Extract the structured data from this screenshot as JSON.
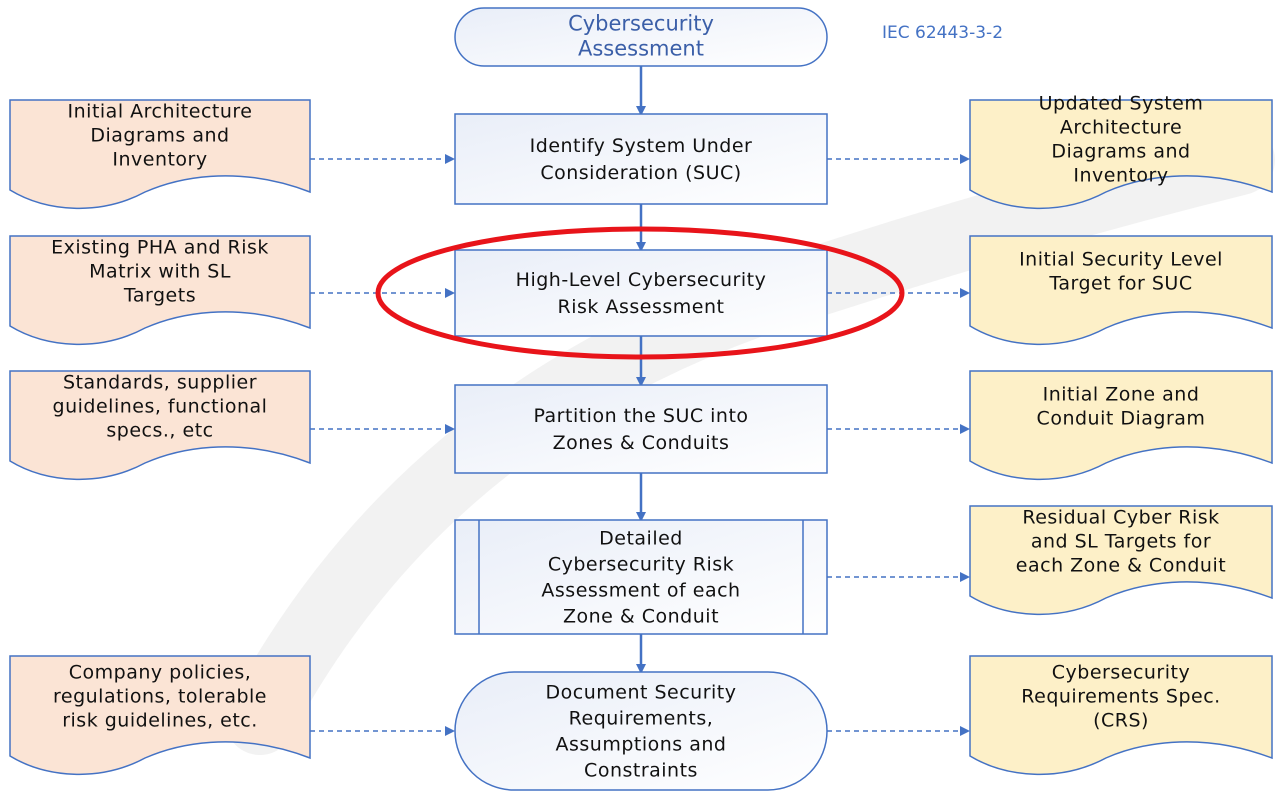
{
  "title": "Cybersecurity Assessment",
  "title_lines": [
    "Cybersecurity",
    "Assessment"
  ],
  "standard_label": "IEC 62443-3-2",
  "colors": {
    "stroke": "#4472c4",
    "input_fill": "#fbe4d5",
    "output_fill": "#fdf0c8",
    "process_fill": "#f2f5fb",
    "highlight": "#e8141a"
  },
  "process_steps": [
    {
      "id": "identify-suc",
      "lines": [
        "Identify System Under",
        "Consideration (SUC)"
      ],
      "shape": "rect"
    },
    {
      "id": "high-level-risk",
      "lines": [
        "High-Level Cybersecurity",
        "Risk Assessment"
      ],
      "shape": "rect",
      "highlighted": true
    },
    {
      "id": "partition",
      "lines": [
        "Partition the SUC into",
        "Zones & Conduits"
      ],
      "shape": "rect"
    },
    {
      "id": "detailed-risk",
      "lines": [
        "Detailed",
        "Cybersecurity Risk",
        "Assessment of each",
        "Zone & Conduit"
      ],
      "shape": "predefined-process"
    },
    {
      "id": "document-requirements",
      "lines": [
        "Document Security",
        "Requirements,",
        "Assumptions and",
        "Constraints"
      ],
      "shape": "terminator"
    }
  ],
  "inputs": [
    {
      "id": "initial-architecture",
      "lines": [
        "Initial Architecture",
        "Diagrams and",
        "Inventory"
      ]
    },
    {
      "id": "existing-pha",
      "lines": [
        "Existing PHA and Risk",
        "Matrix with SL",
        "Targets"
      ]
    },
    {
      "id": "standards",
      "lines": [
        "Standards, supplier",
        "guidelines, functional",
        "specs., etc"
      ]
    },
    null,
    {
      "id": "company-policies",
      "lines": [
        "Company policies,",
        "regulations, tolerable",
        "risk guidelines, etc."
      ]
    }
  ],
  "outputs": [
    {
      "id": "updated-architecture",
      "lines": [
        "Updated System",
        "Architecture",
        "Diagrams and",
        "Inventory"
      ]
    },
    {
      "id": "initial-sl-target",
      "lines": [
        "Initial Security Level",
        "Target for SUC"
      ]
    },
    {
      "id": "initial-zone-diagram",
      "lines": [
        "Initial Zone and",
        "Conduit Diagram"
      ]
    },
    {
      "id": "residual-risk",
      "lines": [
        "Residual Cyber Risk",
        "and SL Targets for",
        "each Zone & Conduit"
      ]
    },
    {
      "id": "crs",
      "lines": [
        "Cybersecurity",
        "Requirements Spec.",
        "(CRS)"
      ]
    }
  ]
}
